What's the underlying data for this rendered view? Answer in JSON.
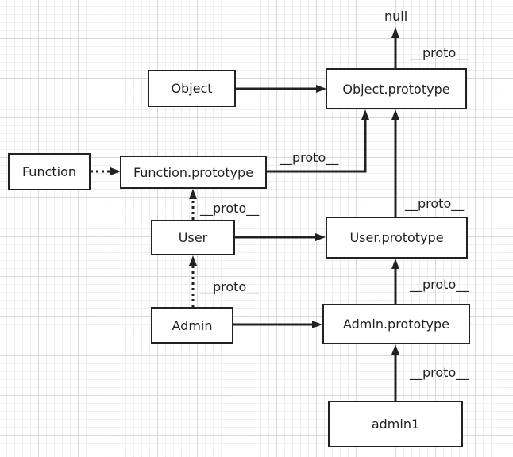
{
  "nodes": {
    "null_label": "null",
    "object": "Object",
    "object_prototype": "Object.prototype",
    "function": "Function",
    "function_prototype": "Function.prototype",
    "user": "User",
    "user_prototype": "User.prototype",
    "admin": "Admin",
    "admin_prototype": "Admin.prototype",
    "admin1": "admin1"
  },
  "edge_labels": {
    "objproto_to_null": "__proto__",
    "funcproto_to_objproto": "__proto__",
    "userproto_to_objproto": "__proto__",
    "user_to_funcproto": "__proto__",
    "admin_to_user": "__proto__",
    "adminproto_to_userproto": "__proto__",
    "admin1_to_adminproto": "__proto__"
  }
}
